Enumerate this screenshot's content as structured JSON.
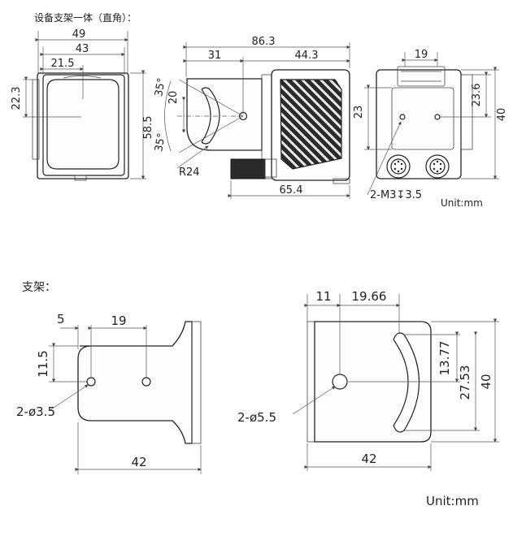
{
  "section1_title": "设备支架一体（直角）：",
  "section2_title": "支架：",
  "unit_top": "Unit:mm",
  "unit_bottom": "Unit:mm",
  "view1": {
    "width": "49",
    "inner_width": "43",
    "half_width": "21.5",
    "height": "58.5",
    "offset": "22.3"
  },
  "view2": {
    "total": "86.3",
    "left_part": "31",
    "right_part": "44.3",
    "bottom": "65.4",
    "angle_top": "35°",
    "angle_bottom": "35°",
    "slot": "20",
    "radius": "R24"
  },
  "view3": {
    "width": "19",
    "height": "40",
    "h1": "23.6",
    "h2": "23",
    "thread": "2-M3↧3.5"
  },
  "bracket_front": {
    "d1": "5",
    "d2": "19",
    "d3": "11.5",
    "holes": "2-ø3.5",
    "width": "42"
  },
  "bracket_side": {
    "d1": "11",
    "d2": "19.66",
    "h1": "13.77",
    "h2": "27.53",
    "h3": "40",
    "holes": "2-ø5.5",
    "width": "42"
  }
}
